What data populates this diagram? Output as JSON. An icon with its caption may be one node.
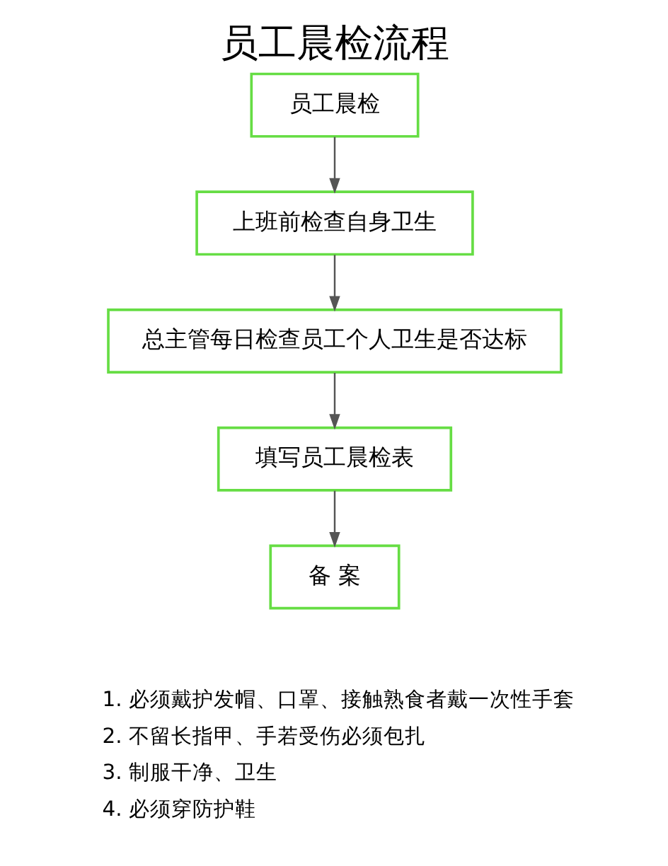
{
  "diagram": {
    "title": "员工晨检流程",
    "nodes": [
      {
        "text": [
          "员工晨检"
        ]
      },
      {
        "text": [
          "上班前检查自身卫生"
        ]
      },
      {
        "text": [
          "总主管每日检查员工个人卫生是否达标"
        ]
      },
      {
        "text": [
          "填写员工晨检表"
        ]
      },
      {
        "text": [
          "备 案"
        ]
      }
    ],
    "edges": [
      {
        "from": 0,
        "to": 1,
        "arrow": "to"
      },
      {
        "from": 1,
        "to": 2,
        "arrow": "to"
      },
      {
        "from": 2,
        "to": 3,
        "arrow": "to"
      },
      {
        "from": 3,
        "to": 4,
        "arrow": "to"
      }
    ],
    "labels": [
      "1. 必须戴护发帽、口罩、接触熟食者戴一次性手套",
      "2. 不留长指甲、手若受伤必须包扎",
      "3. 制服干净、卫生",
      "4. 必须穿防护鞋"
    ]
  }
}
